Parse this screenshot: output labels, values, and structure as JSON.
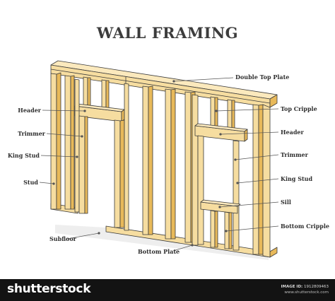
{
  "title": "WALL FRAMING",
  "labels": {
    "double_top_plate": "Double Top Plate",
    "header_left": "Header",
    "trimmer_left": "Trimmer",
    "king_stud_left": "King Stud",
    "stud": "Stud",
    "subfloor": "Subfloor",
    "bottom_plate": "Bottom Plate",
    "top_cripple": "Top Cripple",
    "header_right": "Header",
    "trimmer_right": "Trimmer",
    "king_stud_right": "King Stud",
    "sill": "Sill",
    "bottom_cripple": "Bottom Cripple"
  },
  "footer": {
    "logo": "shutterstock",
    "image_id_label": "IMAGE ID:",
    "image_id": "1912809463",
    "site": "www.shutterstock.com"
  },
  "colors": {
    "wood_front": "#f6dda0",
    "wood_side": "#e8b95a",
    "wood_top": "#fbe9bd",
    "outline": "#3a3a3a",
    "leader": "#555555"
  }
}
